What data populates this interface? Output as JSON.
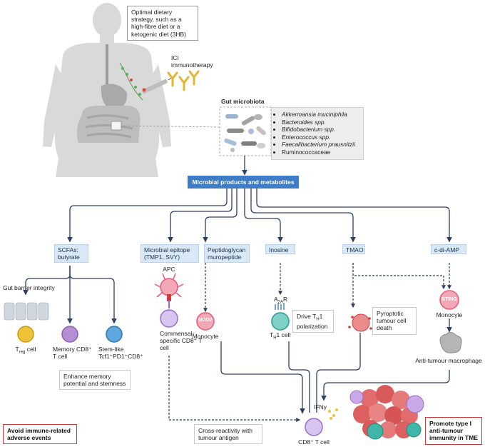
{
  "diet_text": "Optimal dietary strategy, such as a high-fibre diet or a ketogenic diet (3HB)",
  "ici_text": "ICI immunotherapy",
  "gut_microbiota_title": "Gut microbiota",
  "microbiota_list": [
    {
      "text": "Akkermansia muciniphila",
      "italic": true
    },
    {
      "text": "Bacteroides spp.",
      "italic": true
    },
    {
      "text": "Bifidobacterium spp.",
      "italic": true
    },
    {
      "text": "Enterococcus spp.",
      "italic": true
    },
    {
      "text": "Faecalibacterium prausnitzii",
      "italic": true
    },
    {
      "text": "Ruminococcaceae",
      "italic": false
    }
  ],
  "main_bar": "Microbial products and metabolites",
  "branches": {
    "scfa": "SCFAs: butyrate",
    "epitope": "Microbial epitope (TMP1, SVY)",
    "peptidoglycan": "Peptidoglycan muropeptide",
    "inosine": "Inosine",
    "tmao": "TMAO",
    "cdiamp": "c-di-AMP"
  },
  "gut_barrier": "Gut barrier integrity",
  "treg_cell": "T",
  "treg_sub": "reg",
  "treg_tail": " cell",
  "memory_cell": "Memory CD8⁺ T cell",
  "stem_cell": "Stem-like Tcf1⁺PD1⁺CD8⁺",
  "enhance_box": "Enhance memory potential and stemness",
  "apc": "APC",
  "commensal": "Commensal-specific CD8⁺ T cell",
  "nod2": "NOD2",
  "monocyte1": "Monocyte",
  "a2ar_a": "A",
  "a2ar_sub": "2A",
  "a2ar_tail": "R",
  "th1_cell": "T",
  "th1_sub": "H",
  "th1_tail": "1 cell",
  "drive_th1_a": "Drive T",
  "drive_th1_sub": "H",
  "drive_th1_tail": "1 polarization",
  "pyroptotic": "Pyroptotic tumour cell death",
  "sting": "STING",
  "monocyte2": "Monocyte",
  "anti_macrophage": "Anti-tumour macrophage",
  "ifn": "IFNγ",
  "cd8_cell": "CD8⁺ T cell",
  "cross_reactivity": "Cross-reactivity with tumour antigen",
  "avoid_box": "Avoid immune-related adverse events",
  "promote_box": "Promote type I anti-tumour immunity in TME",
  "colors": {
    "blue": "#3e7cc7",
    "lightblue": "#d8e8f6",
    "navy": "#2e3f62",
    "red": "#d23b3b",
    "pink": "#e8597a",
    "purple": "#b58fd3",
    "teal": "#3fb6a8",
    "yellow": "#f0c23a",
    "grey": "#cfcfcf"
  }
}
